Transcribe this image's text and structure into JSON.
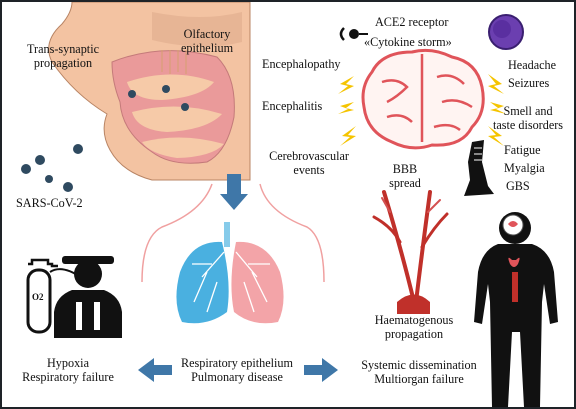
{
  "labels": {
    "trans_synaptic_line1": "Trans-synaptic",
    "trans_synaptic_line2": "propagation",
    "olfactory_line1": "Olfactory",
    "olfactory_line2": "epithelium",
    "virus": "SARS-CoV-2",
    "ace2": "ACE2 receptor",
    "cytokine": "«Cytokine storm»",
    "encephalopathy": "Encephalopathy",
    "encephalitis": "Encephalitis",
    "cerebro_line1": "Cerebrovascular",
    "cerebro_line2": "events",
    "headache": "Headache",
    "seizures": "Seizures",
    "smell_line1": "Smell and",
    "smell_line2": "taste disorders",
    "fatigue": "Fatigue",
    "myalgia": "Myalgia",
    "gbs": "GBS",
    "bbb_line1": "BBB",
    "bbb_line2": "spread",
    "haem_line1": "Haematogenous",
    "haem_line2": "propagation",
    "hypoxia": "Hypoxia",
    "resp_failure": "Respiratory failure",
    "resp_epi": "Respiratory epithelium",
    "pulm": "Pulmonary disease",
    "systemic": "Systemic dissemination",
    "multiorgan": "Multiorgan failure",
    "o2": "O2"
  },
  "colors": {
    "nasal_skin": "#f3c3a2",
    "nasal_pink": "#ea9a9a",
    "virus": "#2f4a60",
    "arrow_blue": "#3f77a8",
    "lung_blue": "#4ab0e0",
    "lung_pink": "#f3a4a8",
    "brain_red": "#e0545a",
    "brain_fill": "#fff4f2",
    "lightning": "#f5c400",
    "vessel_red": "#c0302a",
    "body_black": "#111111"
  },
  "icons": [
    "virus-icon",
    "receptor-icon",
    "cytokine-cell-icon",
    "brain-icon",
    "lightning-icon",
    "leg-icon",
    "lungs-icon",
    "blood-vessel-icon",
    "human-body-icon",
    "oxygen-tank-icon",
    "patient-icon",
    "arrow-left-icon",
    "arrow-right-icon",
    "arrow-down-icon"
  ]
}
